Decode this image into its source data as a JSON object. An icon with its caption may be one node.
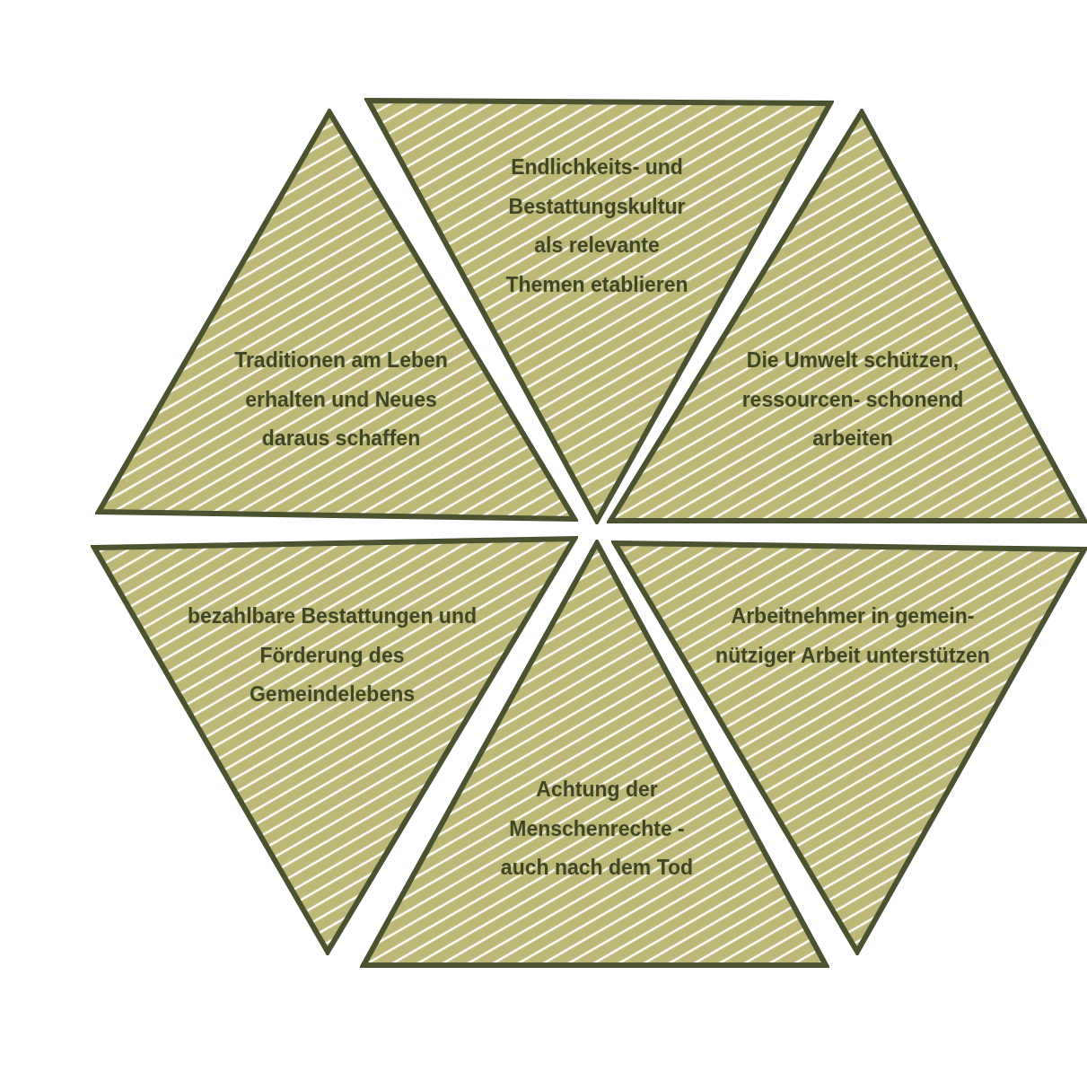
{
  "diagram": {
    "nodes": [
      {
        "text": [
          "Traditionen am Leben erhalten und Neues daraus schaffen"
        ]
      },
      {
        "text": [
          "Endlichkeits- und Bestattungskultur als relevante Themen etablieren"
        ]
      },
      {
        "text": [
          "Die Umwelt schützen, ressourcen- schonend arbeiten"
        ]
      },
      {
        "text": [
          "bezahlbare Bestattungen und Förderung des Gemeindelebens"
        ]
      },
      {
        "text": [
          "Achtung der Menschenrechte - auch nach dem Tod"
        ]
      },
      {
        "text": [
          "Arbeitnehmer in gemein- nütziger Arbeit unterstützen"
        ]
      }
    ]
  }
}
